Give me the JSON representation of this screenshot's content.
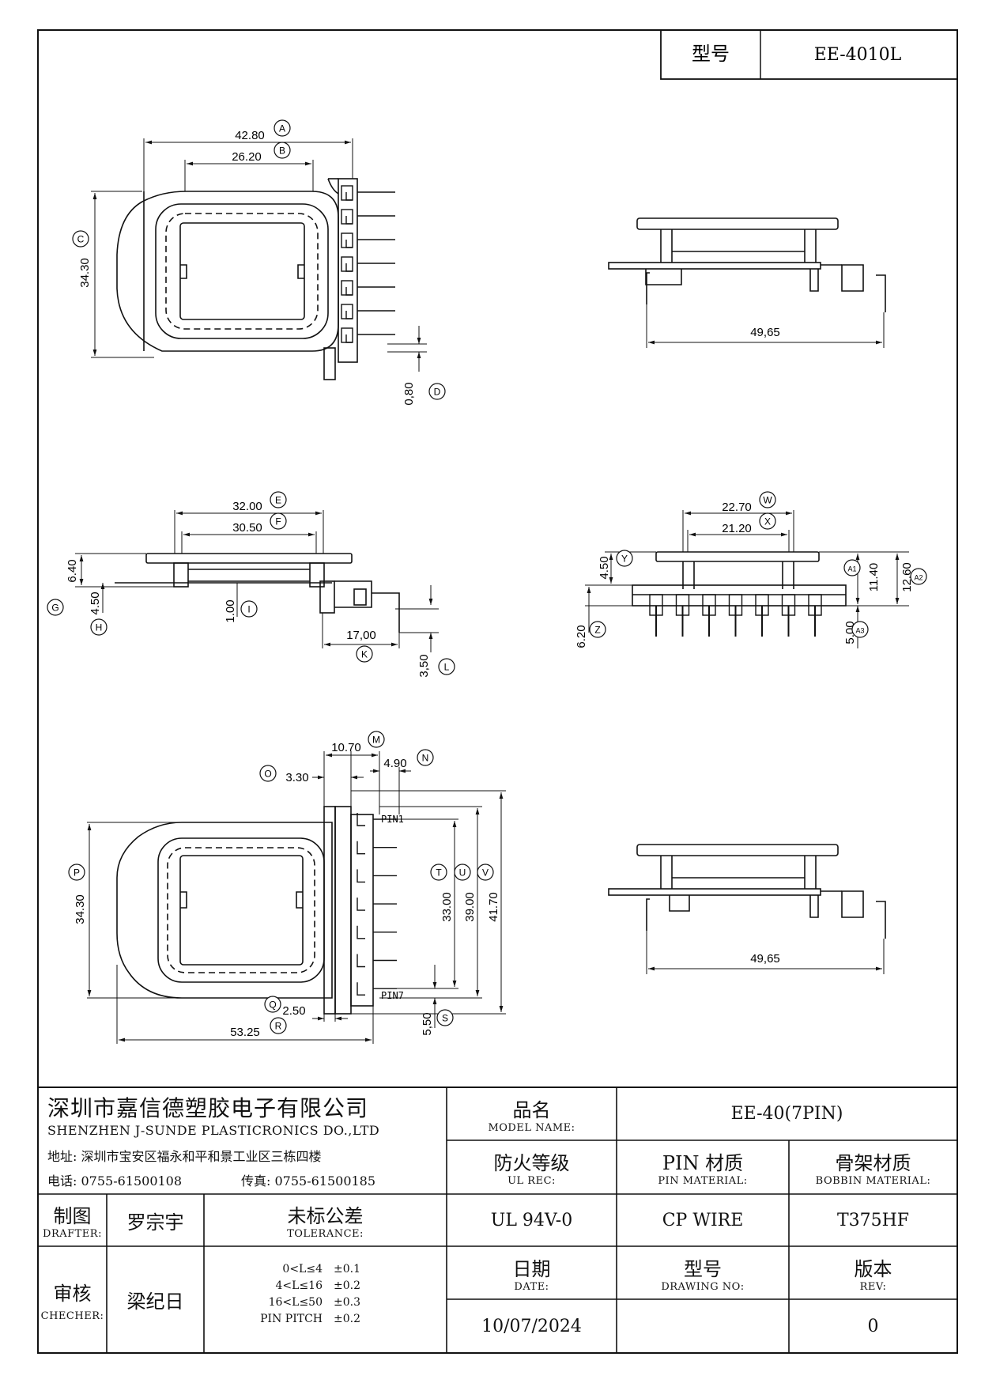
{
  "model_box": {
    "label": "型号",
    "value": "EE-4010L"
  },
  "dims": {
    "A": "42.80",
    "B": "26.20",
    "C": "34.30",
    "D": "0,80",
    "side_top_w": "49,65",
    "E": "32.00",
    "F": "30.50",
    "G": "6.40",
    "H": "4.50",
    "I": "1.00",
    "K": "17,00",
    "L": "3,50",
    "W": "22.70",
    "X": "21.20",
    "Y": "4.50",
    "A1": "11.40",
    "A2": "12.60",
    "Z": "6.20",
    "A3": "5.00",
    "M": "10.70",
    "N": "4.90",
    "O": "3.30",
    "P": "34.30",
    "T": "33.00",
    "U": "39.00",
    "V": "41.70",
    "Q": "2.50",
    "R": "53.25",
    "S": "5,50",
    "side_bottom_w": "49,65"
  },
  "letters": [
    "A",
    "B",
    "C",
    "D",
    "E",
    "F",
    "G",
    "H",
    "I",
    "K",
    "L",
    "W",
    "X",
    "Y",
    "A1",
    "A2",
    "Z",
    "A3",
    "M",
    "N",
    "O",
    "P",
    "T",
    "U",
    "V",
    "Q",
    "R",
    "S"
  ],
  "pins": {
    "first": "PIN1",
    "last": "PIN7"
  },
  "company": {
    "name_cn": "深圳市嘉信德塑胶电子有限公司",
    "name_en": "SHENZHEN J-SUNDE PLASTICRONICS DO.,LTD",
    "address": "地址: 深圳市宝安区福永和平和景工业区三栋四楼",
    "phone": "电话: 0755-61500108",
    "fax": "传真: 0755-61500185"
  },
  "title_block": {
    "model_name_cn": "品名",
    "model_name_en": "MODEL NAME:",
    "model_name_value": "EE-40(7PIN)",
    "ul_cn": "防火等级",
    "ul_en": "UL REC:",
    "ul_value": "UL 94V-0",
    "pin_mat_cn": "PIN 材质",
    "pin_mat_en": "PIN MATERIAL:",
    "pin_mat_value": "CP WIRE",
    "bobbin_cn": "骨架材质",
    "bobbin_en": "BOBBIN MATERIAL:",
    "bobbin_value": "T375HF",
    "drafter_cn": "制图",
    "drafter_en": "DRAFTER:",
    "drafter_value": "罗宗宇",
    "checker_cn": "审核",
    "checker_en": "CHECHER:",
    "checker_value": "梁纪日",
    "tol_cn": "未标公差",
    "tol_en": "TOLERANCE:",
    "tolerances": [
      {
        "range": "0<L≤4",
        "value": "±0.1"
      },
      {
        "range": "4<L≤16",
        "value": "±0.2"
      },
      {
        "range": "16<L≤50",
        "value": "±0.3"
      },
      {
        "range": "PIN PITCH",
        "value": "±0.2"
      }
    ],
    "date_cn": "日期",
    "date_en": "DATE:",
    "date_value": "10/07/2024",
    "drawing_cn": "型号",
    "drawing_en": "DRAWING NO:",
    "drawing_value": "",
    "rev_cn": "版本",
    "rev_en": "REV:",
    "rev_value": "0"
  }
}
